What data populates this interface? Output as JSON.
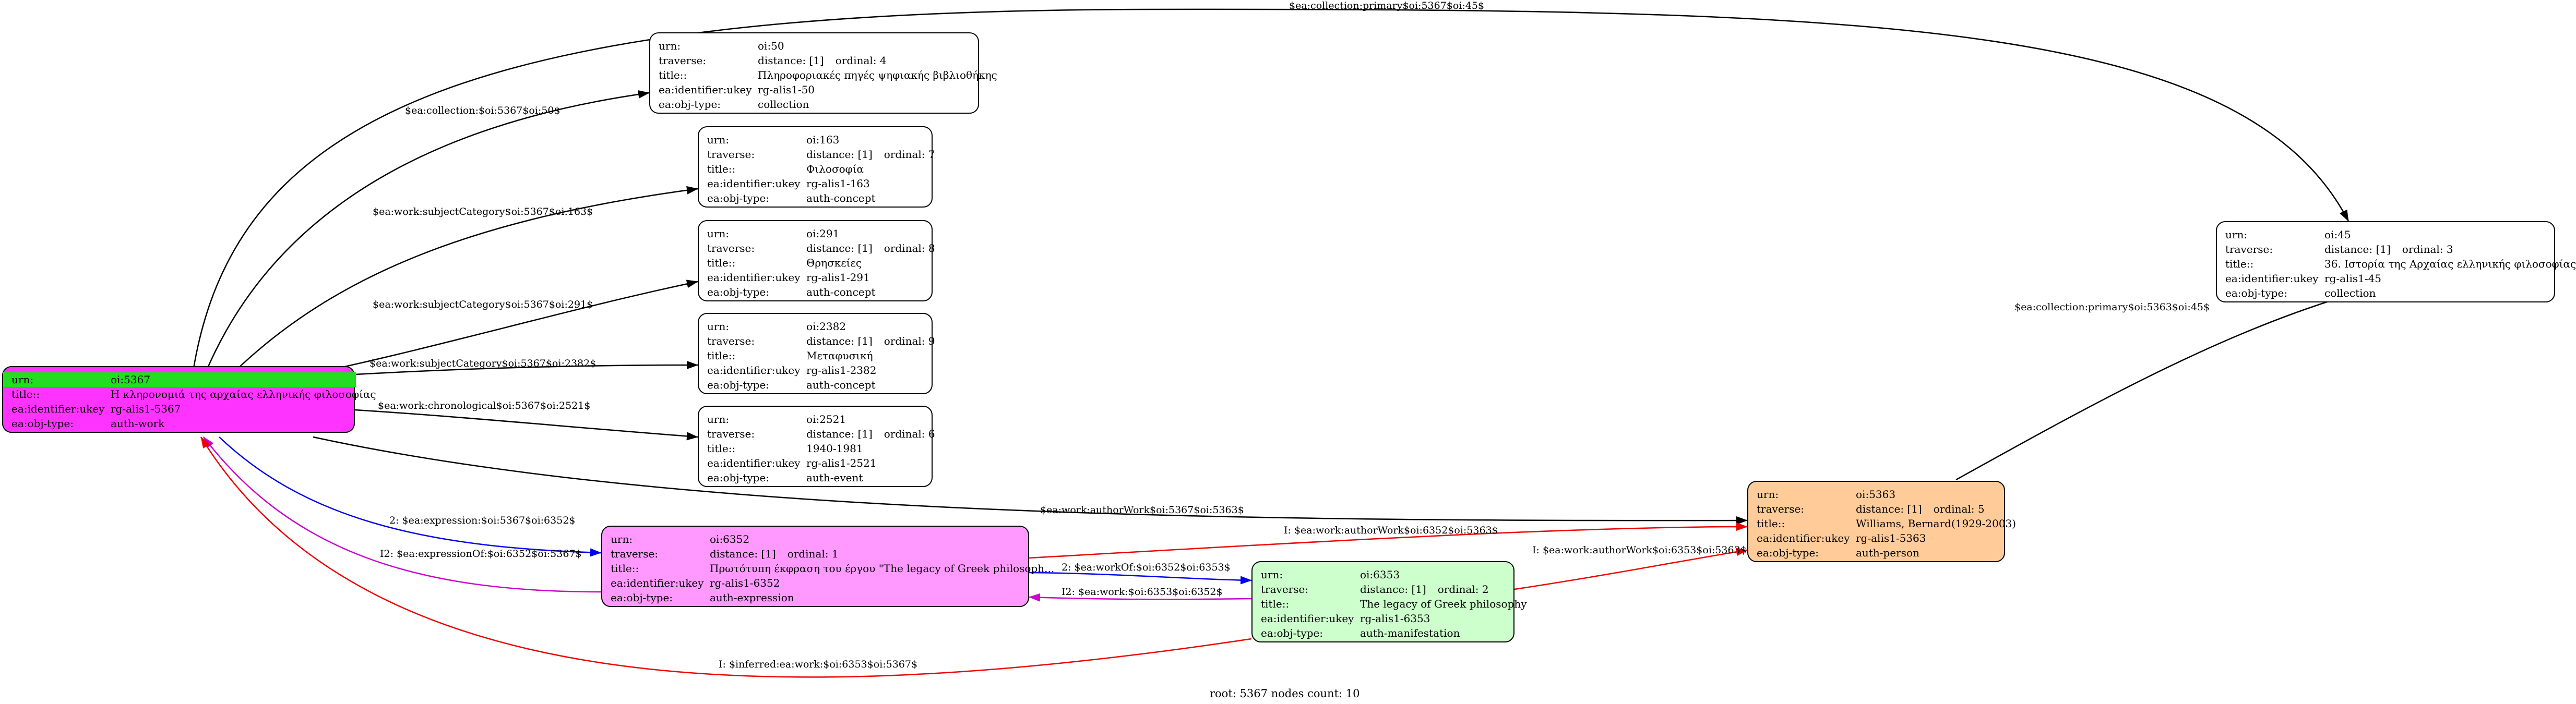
{
  "nodes": {
    "root": {
      "urn_k": "urn:",
      "urn_v": "oi:5367",
      "title_k": "title::",
      "title_v": "Η κληρονομιά της αρχαίας ελληνικής φιλοσοφίας",
      "ukey_k": "ea:identifier:ukey",
      "ukey_v": "rg-alis1-5367",
      "type_k": "ea:obj-type:",
      "type_v": "auth-work",
      "fill": "#ff33ff"
    },
    "n50": {
      "urn_k": "urn:",
      "urn_v": "oi:50",
      "trav_k": "traverse:",
      "trav_v": "distance: [1]",
      "ord": "ordinal: 4",
      "title_k": "title::",
      "title_v": "Πληροφοριακές πηγές ψηφιακής βιβλιοθήκης",
      "ukey_k": "ea:identifier:ukey",
      "ukey_v": "rg-alis1-50",
      "type_k": "ea:obj-type:",
      "type_v": "collection",
      "fill": "#ffffff"
    },
    "n163": {
      "urn_k": "urn:",
      "urn_v": "oi:163",
      "trav_k": "traverse:",
      "trav_v": "distance: [1]",
      "ord": "ordinal: 7",
      "title_k": "title::",
      "title_v": "Φιλοσοφία",
      "ukey_k": "ea:identifier:ukey",
      "ukey_v": "rg-alis1-163",
      "type_k": "ea:obj-type:",
      "type_v": "auth-concept",
      "fill": "#ffffff"
    },
    "n291": {
      "urn_k": "urn:",
      "urn_v": "oi:291",
      "trav_k": "traverse:",
      "trav_v": "distance: [1]",
      "ord": "ordinal: 8",
      "title_k": "title::",
      "title_v": "Θρησκείες",
      "ukey_k": "ea:identifier:ukey",
      "ukey_v": "rg-alis1-291",
      "type_k": "ea:obj-type:",
      "type_v": "auth-concept",
      "fill": "#ffffff"
    },
    "n2382": {
      "urn_k": "urn:",
      "urn_v": "oi:2382",
      "trav_k": "traverse:",
      "trav_v": "distance: [1]",
      "ord": "ordinal: 9",
      "title_k": "title::",
      "title_v": "Μεταφυσική",
      "ukey_k": "ea:identifier:ukey",
      "ukey_v": "rg-alis1-2382",
      "type_k": "ea:obj-type:",
      "type_v": "auth-concept",
      "fill": "#ffffff"
    },
    "n2521": {
      "urn_k": "urn:",
      "urn_v": "oi:2521",
      "trav_k": "traverse:",
      "trav_v": "distance: [1]",
      "ord": "ordinal: 6",
      "title_k": "title::",
      "title_v": "1940-1981",
      "ukey_k": "ea:identifier:ukey",
      "ukey_v": "rg-alis1-2521",
      "type_k": "ea:obj-type:",
      "type_v": "auth-event",
      "fill": "#ffffff"
    },
    "n45": {
      "urn_k": "urn:",
      "urn_v": "oi:45",
      "trav_k": "traverse:",
      "trav_v": "distance: [1]",
      "ord": "ordinal: 3",
      "title_k": "title::",
      "title_v": "36. Ιστορία της Αρχαίας ελληνικής φιλοσοφίας",
      "ukey_k": "ea:identifier:ukey",
      "ukey_v": "rg-alis1-45",
      "type_k": "ea:obj-type:",
      "type_v": "collection",
      "fill": "#ffffff"
    },
    "n5363": {
      "urn_k": "urn:",
      "urn_v": "oi:5363",
      "trav_k": "traverse:",
      "trav_v": "distance: [1]",
      "ord": "ordinal: 5",
      "title_k": "title::",
      "title_v": "Williams, Bernard(1929-2003)",
      "ukey_k": "ea:identifier:ukey",
      "ukey_v": "rg-alis1-5363",
      "type_k": "ea:obj-type:",
      "type_v": "auth-person",
      "fill": "#ffcc99"
    },
    "n6352": {
      "urn_k": "urn:",
      "urn_v": "oi:6352",
      "trav_k": "traverse:",
      "trav_v": "distance: [1]",
      "ord": "ordinal: 1",
      "title_k": "title::",
      "title_v": "Πρωτότυπη έκφραση του έργου \"The legacy of Greek philosoph...",
      "ukey_k": "ea:identifier:ukey",
      "ukey_v": "rg-alis1-6352",
      "type_k": "ea:obj-type:",
      "type_v": "auth-expression",
      "fill": "#ff99ff"
    },
    "n6353": {
      "urn_k": "urn:",
      "urn_v": "oi:6353",
      "trav_k": "traverse:",
      "trav_v": "distance: [1]",
      "ord": "ordinal: 2",
      "title_k": "title::",
      "title_v": "The legacy of  Greek philosophy",
      "ukey_k": "ea:identifier:ukey",
      "ukey_v": "rg-alis1-6353",
      "type_k": "ea:obj-type:",
      "type_v": "auth-manifestation",
      "fill": "#ccffcc"
    }
  },
  "edges": {
    "e45": {
      "label": "$ea:collection:primary$oi:5367$oi:45$",
      "color": "#000000"
    },
    "e50": {
      "label": "$ea:collection:$oi:5367$oi:50$",
      "color": "#000000"
    },
    "e163": {
      "label": "$ea:work:subjectCategory$oi:5367$oi:163$",
      "color": "#000000"
    },
    "e291": {
      "label": "$ea:work:subjectCategory$oi:5367$oi:291$",
      "color": "#000000"
    },
    "e2382": {
      "label": "$ea:work:subjectCategory$oi:5367$oi:2382$",
      "color": "#000000"
    },
    "e2521": {
      "label": "$ea:work:chronological$oi:5367$oi:2521$",
      "color": "#000000"
    },
    "e5363": {
      "label": "$ea:work:authorWork$oi:5367$oi:5363$",
      "color": "#000000"
    },
    "e5363_45": {
      "label": "$ea:collection:primary$oi:5363$oi:45$",
      "color": "#000000"
    },
    "eExpr": {
      "label": "2: $ea:expression:$oi:5367$oi:6352$",
      "color": "#0000ee"
    },
    "eExprOf": {
      "label": "I2: $ea:expressionOf:$oi:6352$oi:5367$",
      "color": "#cc00cc"
    },
    "eWorkOf": {
      "label": "2: $ea:workOf:$oi:6352$oi:6353$",
      "color": "#0000ee"
    },
    "eWork": {
      "label": "I2: $ea:work:$oi:6353$oi:6352$",
      "color": "#cc00cc"
    },
    "eAuth52": {
      "label": "I: $ea:work:authorWork$oi:6352$oi:5363$",
      "color": "#ee0000"
    },
    "eAuth53": {
      "label": "I: $ea:work:authorWork$oi:6353$oi:5363$",
      "color": "#ee0000"
    },
    "eInferred": {
      "label": "I: $inferred:ea:work:$oi:6353$oi:5367$",
      "color": "#ee0000"
    }
  },
  "footer": "root: 5367 nodes count: 10"
}
